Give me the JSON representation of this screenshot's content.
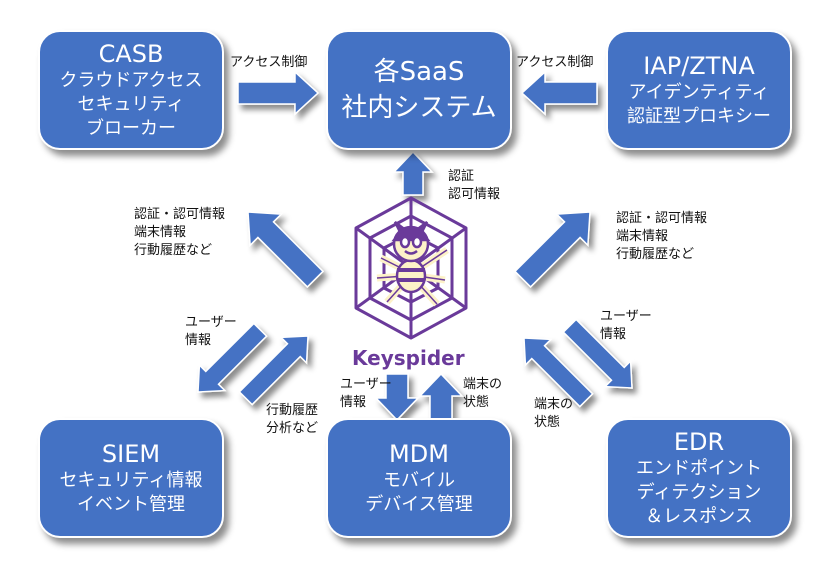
{
  "colors": {
    "box": "#4472c4",
    "arrow": "#4472c4",
    "brand": "#6a3a9a",
    "spider_fill": "#fdf2c8"
  },
  "boxes": {
    "casb": {
      "title": "CASB",
      "lines": [
        "クラウドアクセス",
        "セキュリティ",
        "ブローカー"
      ]
    },
    "saas": {
      "title": "各SaaS",
      "lines": [
        "社内システム"
      ]
    },
    "iap": {
      "title": "IAP/ZTNA",
      "lines": [
        "アイデンティティ",
        "認証型プロキシー"
      ]
    },
    "siem": {
      "title": "SIEM",
      "lines": [
        "セキュリティ情報",
        "イベント管理"
      ]
    },
    "mdm": {
      "title": "MDM",
      "lines": [
        "モバイル",
        "デバイス管理"
      ]
    },
    "edr": {
      "title": "EDR",
      "lines": [
        "エンドポイント",
        "ディテクション",
        "＆レスポンス"
      ]
    }
  },
  "labels": {
    "casb_saas": "アクセス制御",
    "iap_saas": "アクセス制御",
    "keyspider_saas": "認証\n認可情報",
    "keyspider_casb": "認証・認可情報\n端末情報\n行動履歴など",
    "keyspider_iap": "認証・認可情報\n端末情報\n行動履歴など",
    "keyspider_siem": "ユーザー\n情報",
    "siem_keyspider": "行動履歴\n分析など",
    "keyspider_mdm": "ユーザー\n情報",
    "mdm_keyspider": "端末の\n状態",
    "keyspider_edr": "ユーザー\n情報",
    "edr_keyspider": "端末の\n状態"
  },
  "logo": {
    "name": "Keyspider",
    "icon": "spider-web-mascot-icon"
  }
}
